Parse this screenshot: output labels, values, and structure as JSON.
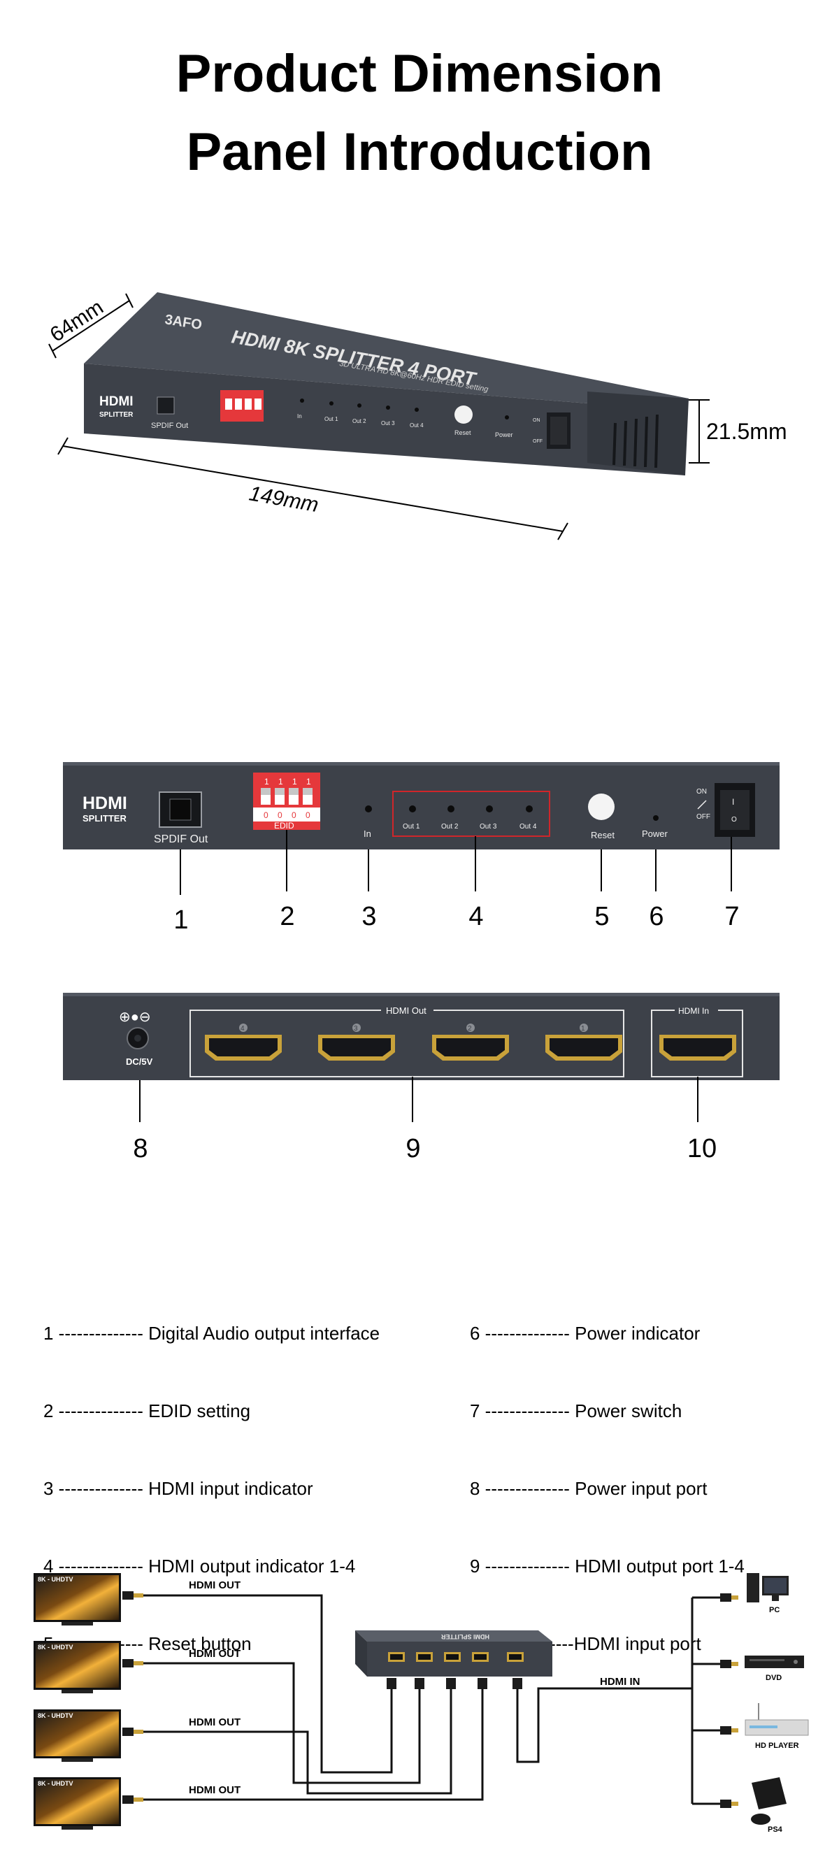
{
  "titles": {
    "line1": "Product Dimension",
    "line2": "Panel Introduction"
  },
  "product": {
    "brand": "3AFO",
    "top_label": "HDMI 8K SPLITTER 4 PORT",
    "top_sublabel": "3D ULTRA HD 8K@60Hz HDR EDID setting",
    "logo_line1": "HDMI",
    "logo_line2": "SPLITTER"
  },
  "dimensions": {
    "depth": "64mm",
    "width": "149mm",
    "height": "21.5mm"
  },
  "front_panel": {
    "spdif_label": "SPDIF Out",
    "edid_label": "EDID",
    "dip_top": [
      "1",
      "1",
      "1",
      "1"
    ],
    "dip_bottom": [
      "0",
      "0",
      "0",
      "0"
    ],
    "in_label": "In",
    "out_labels": [
      "Out 1",
      "Out 2",
      "Out 3",
      "Out 4"
    ],
    "reset_label": "Reset",
    "power_label": "Power",
    "on_label": "ON",
    "off_label": "OFF",
    "switch_on": "I",
    "switch_off": "O"
  },
  "back_panel": {
    "dc_label": "DC/5V",
    "hdmi_out_label": "HDMI Out",
    "hdmi_in_label": "HDMI In",
    "port_numbers": [
      "4",
      "3",
      "2",
      "1"
    ]
  },
  "callouts": [
    "1",
    "2",
    "3",
    "4",
    "5",
    "6",
    "7",
    "8",
    "9",
    "10"
  ],
  "legend_left": [
    "1 -------------- Digital Audio output interface",
    "2 -------------- EDID setting",
    "3 -------------- HDMI input indicator",
    "4 -------------- HDMI output indicator 1-4",
    "5 -------------- Reset button"
  ],
  "legend_right": [
    "6 -------------- Power indicator",
    "7 -------------- Power switch",
    "8 -------------- Power input port",
    "9 -------------- HDMI output port 1-4",
    "10 -------------HDMI input port"
  ],
  "connection": {
    "tv_label": "8K - UHDTV",
    "hdmi_out": "HDMI OUT",
    "hdmi_in": "HDMI IN",
    "sources": [
      "PC",
      "DVD",
      "HD PLAYER",
      "PS4"
    ]
  },
  "colors": {
    "device_body": "#3d4149",
    "device_top": "#4a4f58",
    "edid_red": "#e5383b",
    "highlight_box": "#d0262a",
    "hdmi_gold": "#c9a23a"
  }
}
